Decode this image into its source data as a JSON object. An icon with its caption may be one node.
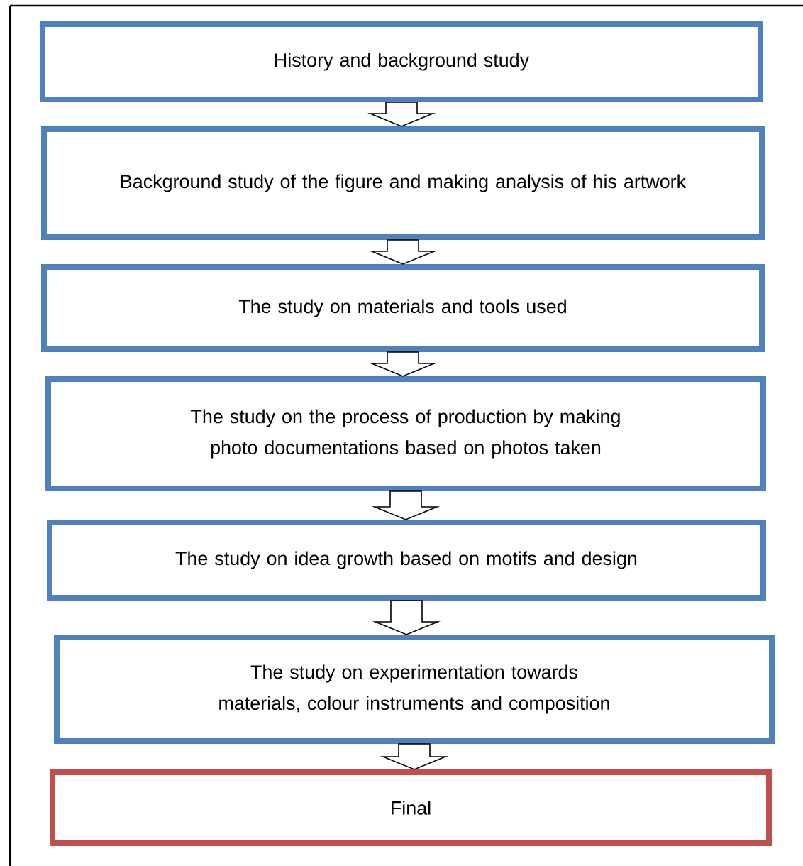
{
  "diagram": {
    "nodes": [
      {
        "text": [
          "History and background study"
        ]
      },
      {
        "text": [
          "Background study of the figure and making analysis of his artwork"
        ]
      },
      {
        "text": [
          "The study on materials and tools used"
        ]
      },
      {
        "text": [
          "The study on the process of production by making photo documentations based on photos taken"
        ]
      },
      {
        "text": [
          "The study on idea growth based on motifs and design"
        ]
      },
      {
        "text": [
          "The study on experimentation towards materials, colour instruments and composition"
        ]
      },
      {
        "text": [
          "Final"
        ]
      }
    ],
    "edges": [
      {
        "from": 0,
        "to": 1,
        "arrow": "to"
      },
      {
        "from": 1,
        "to": 2,
        "arrow": "to"
      },
      {
        "from": 2,
        "to": 3,
        "arrow": "to"
      },
      {
        "from": 3,
        "to": 4,
        "arrow": "to"
      },
      {
        "from": 4,
        "to": 5,
        "arrow": "to"
      },
      {
        "from": 5,
        "to": 6,
        "arrow": "to"
      }
    ]
  }
}
